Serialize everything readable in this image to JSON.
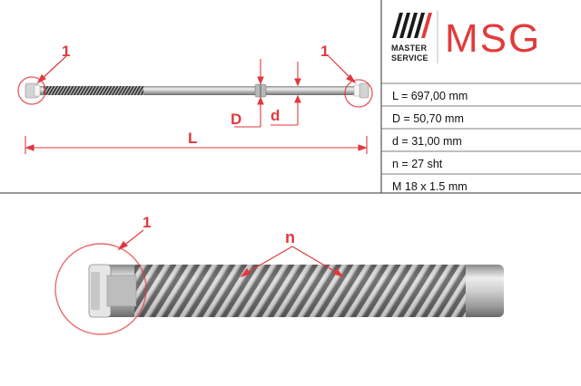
{
  "brand": {
    "line1": "MASTER",
    "line2": "SERVICE",
    "name": "MSG",
    "mark_color": "#1a1a1a",
    "accent_color": "#e23b3b"
  },
  "specs": [
    "L = 697,00 mm",
    "D = 50,70 mm",
    "d = 31,00 mm",
    "n = 27 sht",
    "M 18 x 1.5 mm"
  ],
  "callouts": {
    "end_left": "1",
    "end_right": "1",
    "detail": "1",
    "big_diameter": "D",
    "small_diameter": "d",
    "length": "L",
    "teeth": "n"
  },
  "colors": {
    "annotation": "#e0393e",
    "divider": "#333333"
  }
}
